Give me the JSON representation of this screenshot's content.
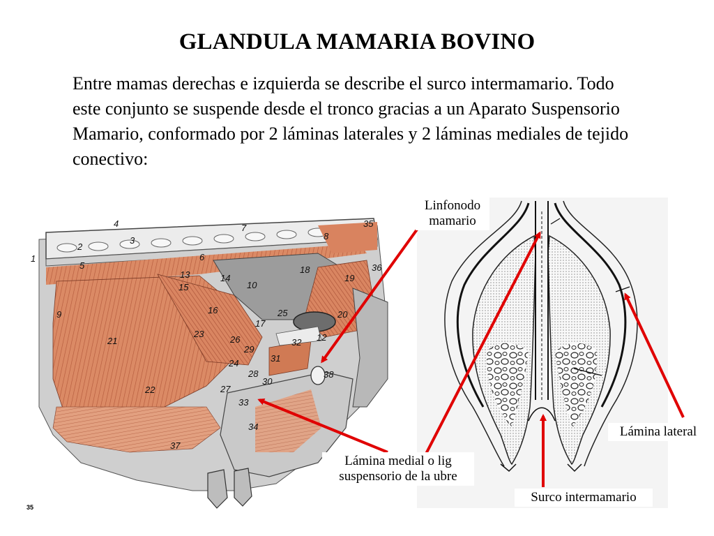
{
  "title": "GLANDULA MAMARIA BOVINO",
  "paragraph": "Entre mamas derechas e izquierda se describe el surco intermamario. Todo este conjunto se suspende desde el tronco gracias a un Aparato Suspensorio Mamario, conformado por 2 láminas laterales y 2 láminas mediales de tejido conectivo:",
  "left_figure": {
    "numbers": [
      "1",
      "2",
      "3",
      "4",
      "5",
      "6",
      "7",
      "8",
      "9",
      "10",
      "12",
      "13",
      "14",
      "15",
      "16",
      "17",
      "18",
      "19",
      "20",
      "21",
      "22",
      "23",
      "24",
      "25",
      "26",
      "27",
      "28",
      "29",
      "30",
      "31",
      "32",
      "33",
      "34",
      "35",
      "36",
      "37",
      "38"
    ],
    "page_number": "35"
  },
  "labels": {
    "linfonodo": "Linfonodo\nmamario",
    "lamina_medial": "Lámina medial o lig\nsuspensorio de la ubre",
    "lamina_lateral": "Lámina lateral",
    "surco": "Surco intermamario"
  },
  "colors": {
    "arrow": "#e00000",
    "muscle": "#d9835f",
    "muscle_dark": "#b5543a",
    "bone": "#e9e9e9",
    "skin": "#bfbfbf"
  }
}
